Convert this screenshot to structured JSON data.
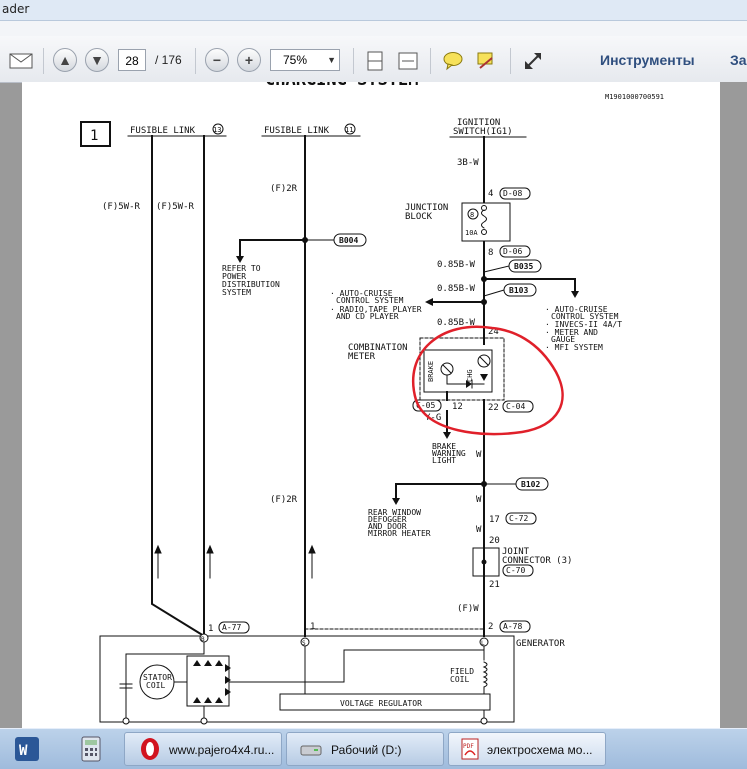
{
  "window": {
    "title_fragment": "ader"
  },
  "toolbar": {
    "page_current": "28",
    "page_separator": "/ 176",
    "zoom": "75%",
    "tools_label": "Инструменты",
    "extra_label": "За"
  },
  "document": {
    "title": "CHARGING SYSTEM",
    "doc_code": "M1901000700591",
    "page_marker": "1",
    "labels": {
      "fusible_link_13": "FUSIBLE LINK",
      "fl13_num": "13",
      "fusible_link_11": "FUSIBLE LINK",
      "fl11_num": "11",
      "ignition_switch_1": "IGNITION",
      "ignition_switch_2": "SWITCH(IG1)",
      "wire_3bw": "3B-W",
      "pin4": "4",
      "d08": "D-08",
      "junction_1": "JUNCTION",
      "junction_2": "BLOCK",
      "fuse_num": "8",
      "fuse_amp": "10A",
      "pin8": "8",
      "d06": "D-06",
      "wire_085bw_1": "0.85B-W",
      "b035": "B035",
      "wire_085bw_2": "0.85B-W",
      "b103": "B103",
      "wire_085bw_3": "0.85B-W",
      "f5wr_1": "(F)5W-R",
      "f5wr_2": "(F)5W-R",
      "f2r_1": "(F)2R",
      "f2r_2": "(F)2R",
      "b004": "B004",
      "refer_1": "REFER TO",
      "refer_2": "POWER",
      "refer_3": "DISTRIBUTION",
      "refer_4": "SYSTEM",
      "autocruise_l1": "· AUTO-CRUISE",
      "autocruise_l2": "CONTROL SYSTEM",
      "radio_l1": "· RADIO,TAPE PLAYER",
      "radio_l2": "AND CD PLAYER",
      "right_l1": "· AUTO-CRUISE",
      "right_l2": "CONTROL SYSTEM",
      "right_l3": "· INVECS-II 4A/T",
      "right_l4": "· METER AND",
      "right_l5": "GAUGE",
      "right_l6": "· MFI SYSTEM",
      "combo_1": "COMBINATION",
      "combo_2": "METER",
      "brake": "BRAKE",
      "chg": "CHG",
      "pin24": "24",
      "pin12": "12",
      "pin22": "22",
      "c05": "C-05",
      "c04": "C-04",
      "yg": "Y-G",
      "bwl_1": "BRAKE",
      "bwl_2": "WARNING",
      "bwl_3": "LIGHT",
      "b102": "B102",
      "w1": "W",
      "w2": "W",
      "w3": "W",
      "rear_1": "REAR WINDOW",
      "rear_2": "DEFOGGER",
      "rear_3": "AND DOOR",
      "rear_4": "MIRROR HEATER",
      "pin17": "17",
      "c72": "C-72",
      "pin20": "20",
      "jc_1": "JOINT",
      "jc_2": "CONNECTOR (3)",
      "c70": "C-70",
      "pin21": "21",
      "fw": "(F)W",
      "pin1": "1",
      "a77": "A-77",
      "pin1b": "1",
      "pin2": "2",
      "a78": "A-78",
      "generator": "GENERATOR",
      "stator_1": "STATOR",
      "stator_2": "COIL",
      "field_1": "FIELD",
      "field_2": "COIL",
      "vreg": "VOLTAGE REGULATOR",
      "circ_b": "B",
      "circ_s": "S",
      "circ_l": "L"
    }
  },
  "taskbar": {
    "opera_label": "www.pajero4x4.ru...",
    "explorer_label": "Рабочий (D:)",
    "pdf_label": "электросхема мо..."
  },
  "colors": {
    "annotation": "#e0202a",
    "ink": "#111111",
    "accent": "#2f4f7f"
  }
}
